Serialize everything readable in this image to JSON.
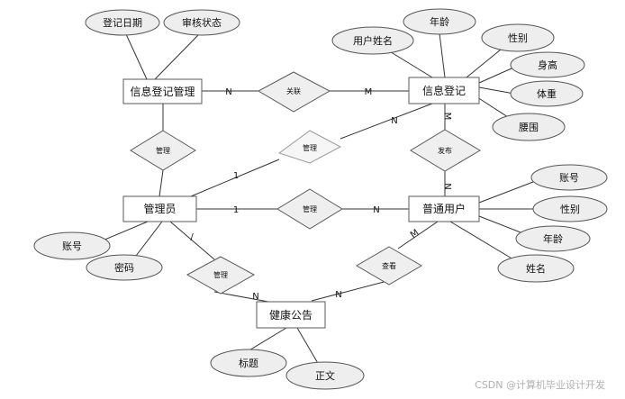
{
  "diagram": {
    "entities": {
      "info_mgmt": "信息登记管理",
      "info_reg": "信息登记",
      "admin": "管理员",
      "user": "普通用户",
      "notice": "健康公告"
    },
    "attributes": {
      "info_mgmt": [
        "登记日期",
        "审核状态"
      ],
      "info_reg": [
        "用户姓名",
        "年龄",
        "性别",
        "身高",
        "体重",
        "腰围"
      ],
      "admin": [
        "账号",
        "密码"
      ],
      "user": [
        "账号",
        "性别",
        "年龄",
        "姓名"
      ],
      "notice": [
        "标题",
        "正文"
      ]
    },
    "relationships": {
      "link": "关联",
      "manage_mgmt": "管理",
      "manage_reg": "管理",
      "publish": "发布",
      "manage_user": "管理",
      "manage_notice": "管理",
      "view": "查看"
    },
    "cardinalities": {
      "mgmt_link": "N",
      "link_reg": "M",
      "reg_publish": "M",
      "publish_user": "N",
      "admin_reg": "1",
      "reg_admin": "N",
      "admin_user": "1",
      "user_admin": "N",
      "admin_notice": "/",
      "notice_admin": "N",
      "user_view": "M",
      "view_notice": "N"
    }
  },
  "watermark": "CSDN @计算机毕业设计开发"
}
